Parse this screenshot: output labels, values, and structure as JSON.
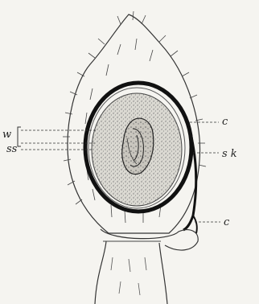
{
  "figure": {
    "labels": {
      "w": "w",
      "ss": "ss",
      "c_upper": "c",
      "sk": "s k",
      "c_lower": "c"
    },
    "colors": {
      "ink": "#222222",
      "paper": "#f5f4f0",
      "speckle": "#777777"
    }
  }
}
